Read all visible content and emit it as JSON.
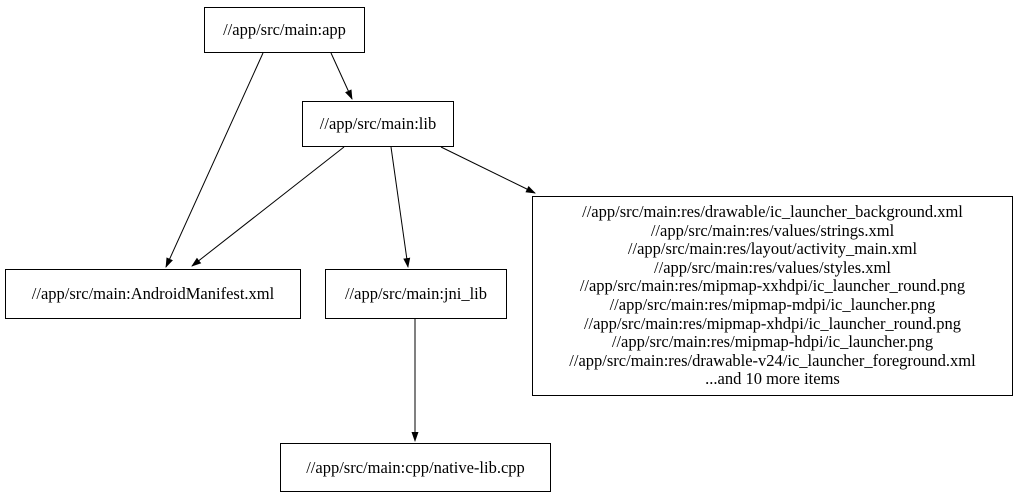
{
  "graph": {
    "colors": {
      "background": "#ffffff",
      "node_border": "#000000",
      "text": "#000000",
      "edge": "#000000"
    },
    "nodes": {
      "app": {
        "label": "//app/src/main:app"
      },
      "lib": {
        "label": "//app/src/main:lib"
      },
      "android_manifest": {
        "label": "//app/src/main:AndroidManifest.xml"
      },
      "jni_lib": {
        "label": "//app/src/main:jni_lib"
      },
      "res_group": {
        "lines": [
          "//app/src/main:res/drawable/ic_launcher_background.xml",
          "//app/src/main:res/values/strings.xml",
          "//app/src/main:res/layout/activity_main.xml",
          "//app/src/main:res/values/styles.xml",
          "//app/src/main:res/mipmap-xxhdpi/ic_launcher_round.png",
          "//app/src/main:res/mipmap-mdpi/ic_launcher.png",
          "//app/src/main:res/mipmap-xhdpi/ic_launcher_round.png",
          "//app/src/main:res/mipmap-hdpi/ic_launcher.png",
          "//app/src/main:res/drawable-v24/ic_launcher_foreground.xml",
          "...and 10 more items"
        ]
      },
      "native_lib_cpp": {
        "label": "//app/src/main:cpp/native-lib.cpp"
      }
    },
    "edges": [
      {
        "from": "//app/src/main:app",
        "to": "//app/src/main:lib"
      },
      {
        "from": "//app/src/main:app",
        "to": "//app/src/main:AndroidManifest.xml"
      },
      {
        "from": "//app/src/main:lib",
        "to": "//app/src/main:AndroidManifest.xml"
      },
      {
        "from": "//app/src/main:lib",
        "to": "//app/src/main:jni_lib"
      },
      {
        "from": "//app/src/main:lib",
        "to": "//app/src/main:res group"
      },
      {
        "from": "//app/src/main:jni_lib",
        "to": "//app/src/main:cpp/native-lib.cpp"
      }
    ]
  }
}
